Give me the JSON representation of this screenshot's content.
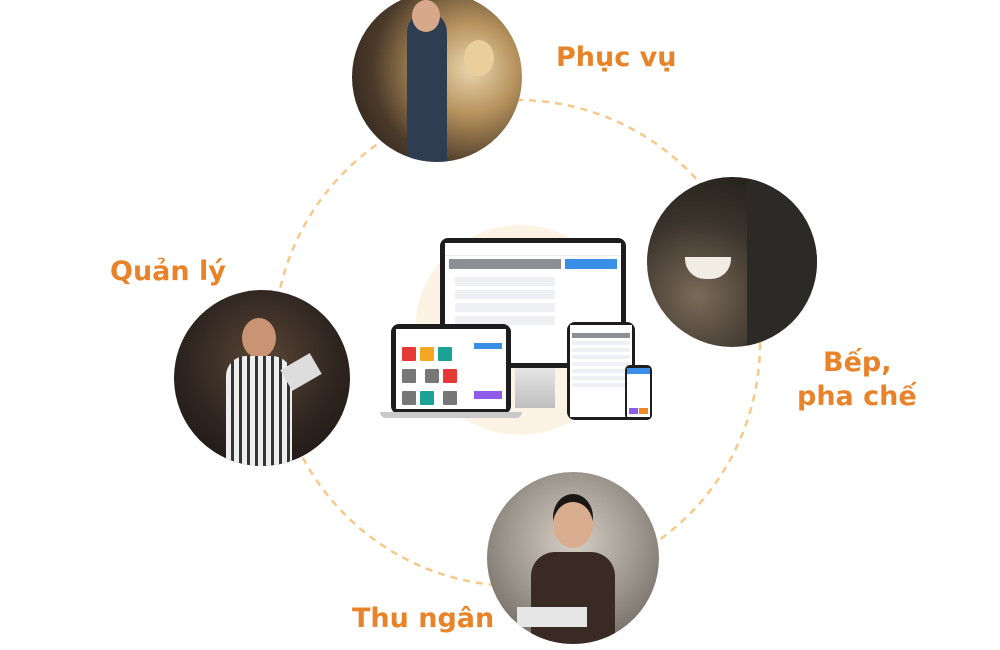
{
  "roles": {
    "serve": "Phục vụ",
    "kitchen_line1": "Bếp,",
    "kitchen_line2": "pha chế",
    "manager": "Quản lý",
    "cashier": "Thu ngân"
  },
  "colors": {
    "accent": "#e8832a",
    "ring": "#f5c98a",
    "pos_blue": "#3a8ee6"
  }
}
